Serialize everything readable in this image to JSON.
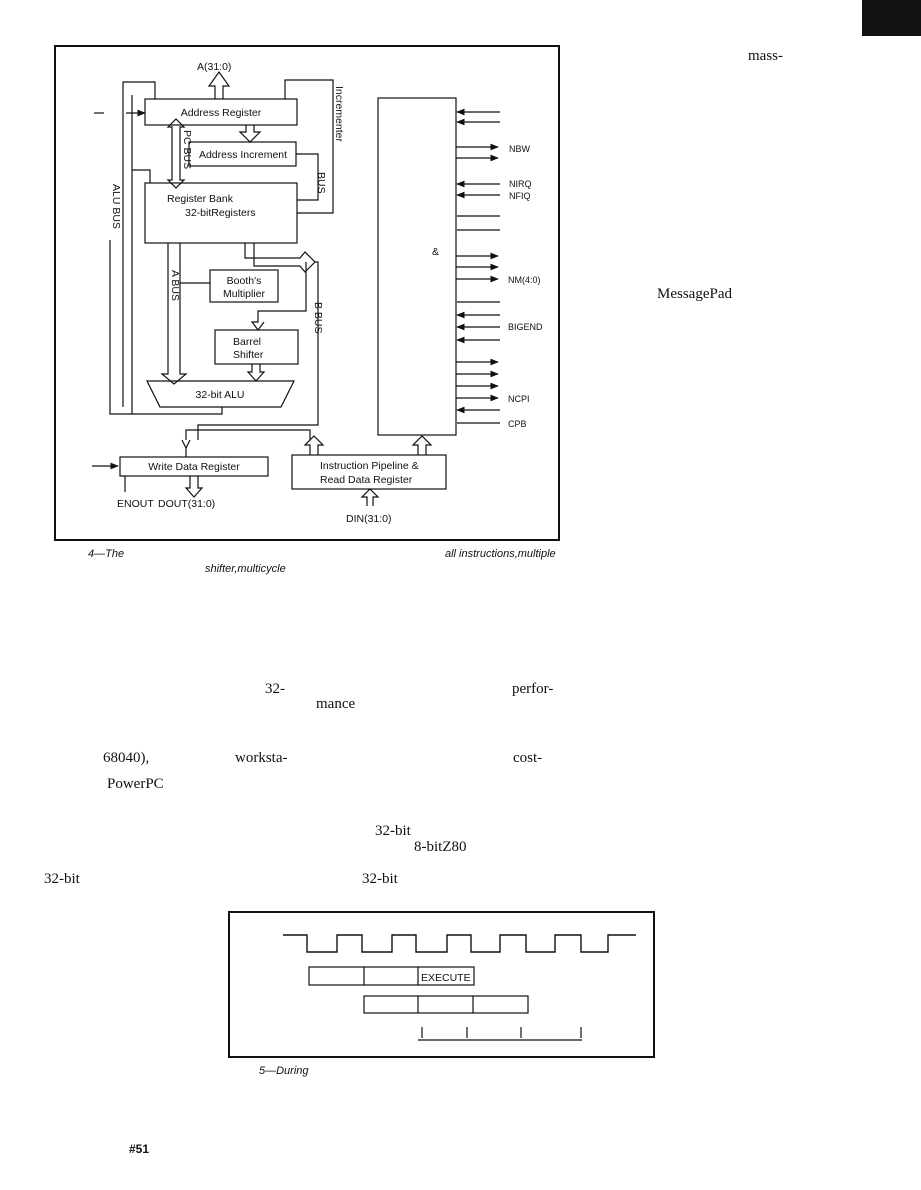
{
  "figure4": {
    "labels": {
      "address_bus": "A(31:0)",
      "address_register": "Address Register",
      "address_increment": "Address Increment",
      "incrementer": "Incrementer",
      "incrementer_bus": "BUS",
      "pc_bus": "PC BUS",
      "alu_bus": "ALU BUS",
      "register_bank_line1": "Register Bank",
      "register_bank_line2": "32-bitRegisters",
      "a_bus": "A BUS",
      "b_bus": "B BUS",
      "booths_line1": "Booth's",
      "booths_line2": "Multiplier",
      "barrel_line1": "Barrel",
      "barrel_line2": "Shifter",
      "alu": "32-bit ALU",
      "write_data_register": "Write Data Register",
      "pipeline_line1": "Instruction Pipeline &",
      "pipeline_line2": "Read Data Register",
      "enout": "ENOUT",
      "dout": "DOUT(31:0)",
      "din": "DIN(31:0)",
      "control_ampersand": "&"
    },
    "signals": {
      "nbw": "NBW",
      "nirq": "NIRQ",
      "nfiq": "NFIQ",
      "nm": "NM(4:0)",
      "bigend": "BIGEND",
      "ncpi": "NCPI",
      "cpb": "CPB"
    },
    "caption": {
      "line1_start": "4—The",
      "line1_end": "all instructions,multiple",
      "line2": "shifter,multicycle"
    }
  },
  "figure5": {
    "execute_label": "EXECUTE",
    "caption": "5—During"
  },
  "sidebar": {
    "mass": "mass-",
    "messagepad": "MessagePad"
  },
  "body_fragments": {
    "f32a": "32-",
    "perfor": "perfor-",
    "mance": "mance",
    "m68040": "68040),",
    "worksta": "worksta-",
    "cost": "cost-",
    "powerpc": "PowerPC",
    "b32bit_a": "32-bit",
    "z80": "8-bitZ80",
    "b32bit_b": "32-bit",
    "b32bit_c": "32-bit"
  },
  "footer": {
    "issue": "#51"
  }
}
